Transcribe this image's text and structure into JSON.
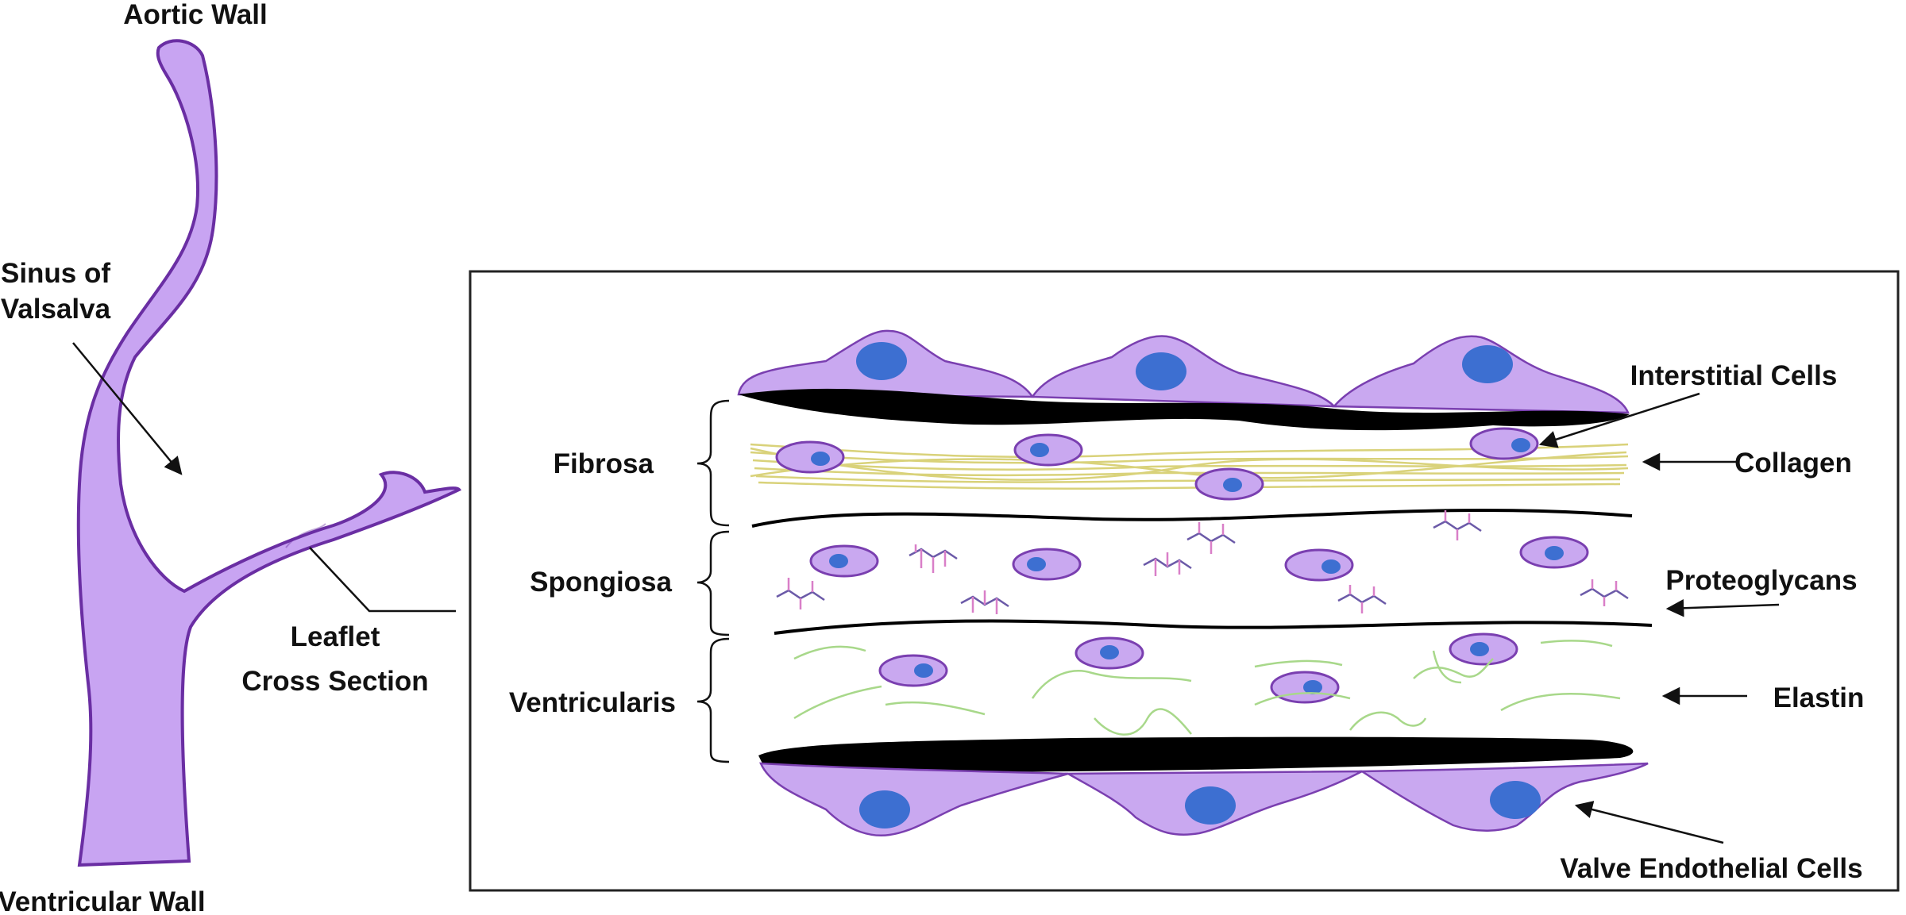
{
  "labels": {
    "aortic_wall": "Aortic Wall",
    "sinus_line1": "Sinus of",
    "sinus_line2": "Valsalva",
    "leaflet_line1": "Leaflet",
    "leaflet_line2": "Cross Section",
    "ventricular_wall": "Ventricular Wall",
    "fibrosa": "Fibrosa",
    "spongiosa": "Spongiosa",
    "ventricularis": "Ventricularis",
    "interstitial_cells": "Interstitial Cells",
    "collagen": "Collagen",
    "proteoglycans": "Proteoglycans",
    "elastin": "Elastin",
    "valve_endothelial_cells": "Valve Endothelial Cells"
  },
  "colors": {
    "cell_fill": "#c9a8f0",
    "cell_outline": "#7a3fb0",
    "nucleus": "#3d6fd1",
    "wall_fill": "#c8a4f2",
    "wall_outline": "#6a2ea3",
    "collagen": "#d9d27a",
    "proteoglycan_stem": "#6b5aa8",
    "proteoglycan_bristle": "#d97fc8",
    "elastin": "#a8d88a",
    "membrane": "#000000",
    "box_border": "#222222"
  }
}
